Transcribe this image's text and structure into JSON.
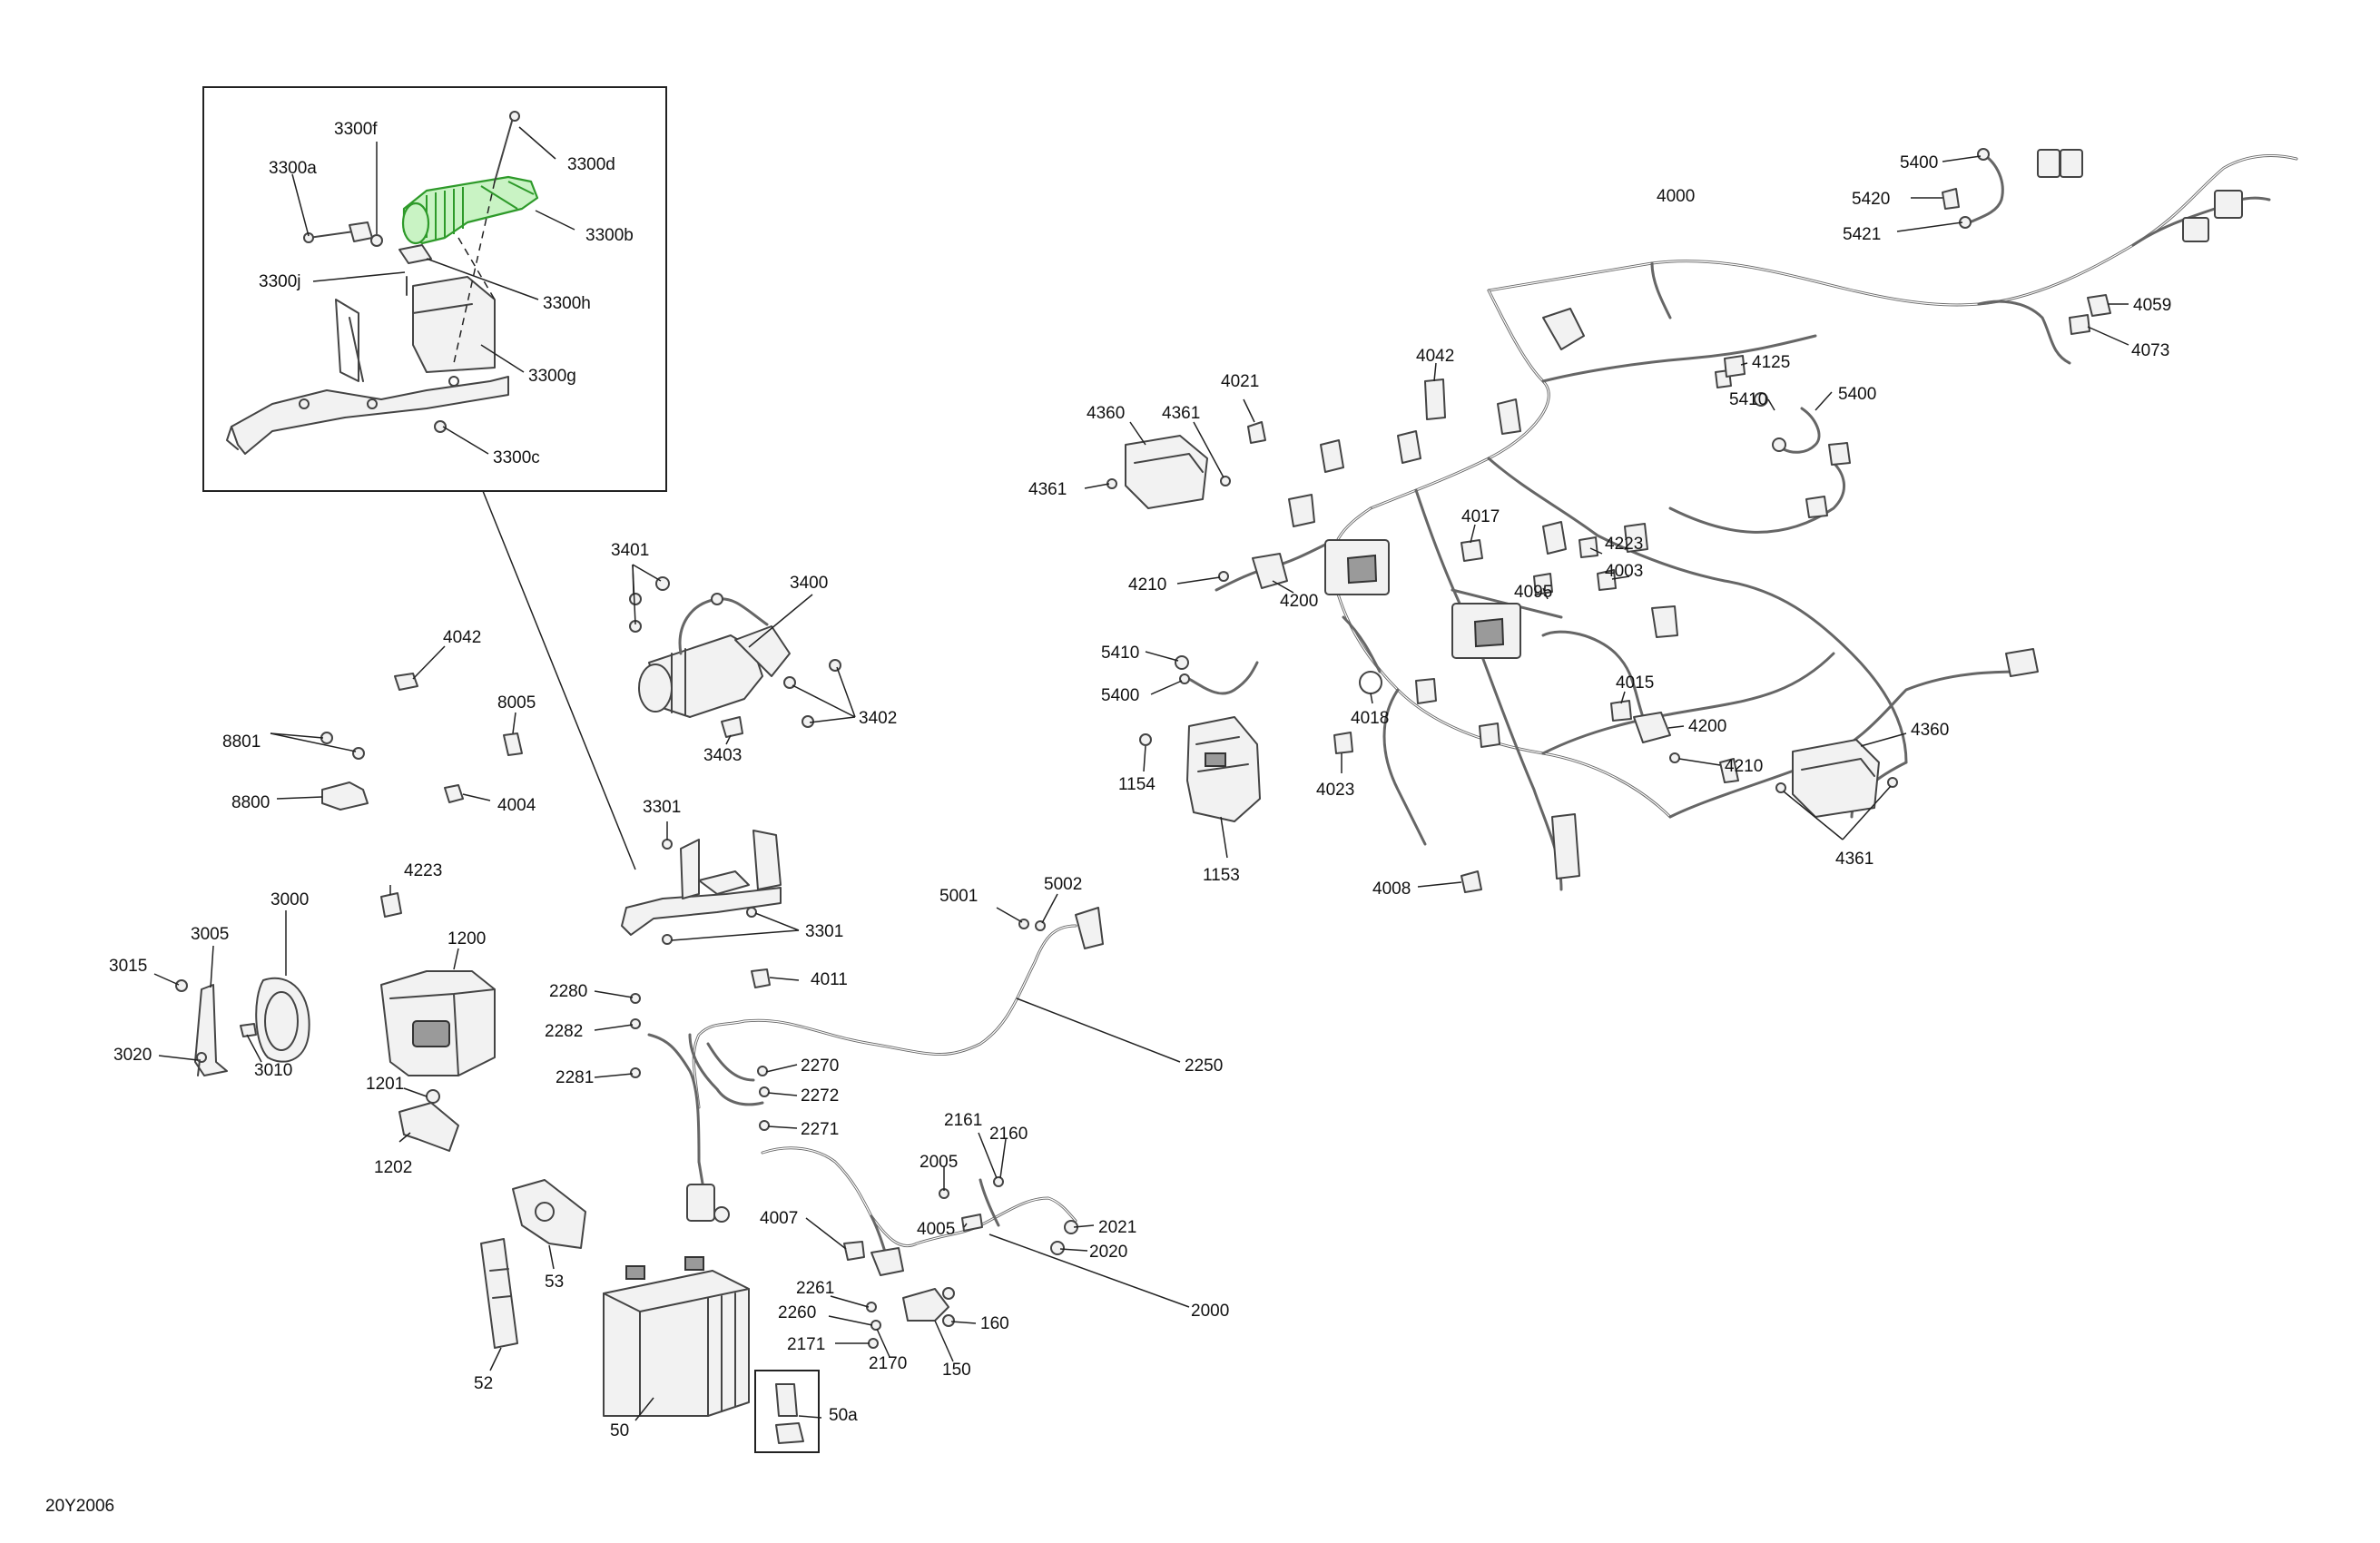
{
  "diagram_code": "20Y2006",
  "highlight_color": "#c9f3c4",
  "labels": {
    "l3300a": "3300a",
    "l3300f": "3300f",
    "l3300d": "3300d",
    "l3300b": "3300b",
    "l3300j": "3300j",
    "l3300h": "3300h",
    "l3300g": "3300g",
    "l3300c": "3300c",
    "l3401": "3401",
    "l3400": "3400",
    "l3402": "3402",
    "l3403": "3403",
    "l4042a": "4042",
    "l8005": "8005",
    "l8801": "8801",
    "l8800": "8800",
    "l4004": "4004",
    "l3301a": "3301",
    "l3301b": "3301",
    "l4223a": "4223",
    "l3000": "3000",
    "l3005": "3005",
    "l3015": "3015",
    "l3020": "3020",
    "l3010": "3010",
    "l1200": "1200",
    "l1201": "1201",
    "l1202": "1202",
    "l2280": "2280",
    "l2282": "2282",
    "l2281": "2281",
    "l4011": "4011",
    "l5001": "5001",
    "l5002": "5002",
    "l2250": "2250",
    "l2270": "2270",
    "l2272": "2272",
    "l2271": "2271",
    "l2161": "2161",
    "l2160": "2160",
    "l2005": "2005",
    "l4005": "4005",
    "l4007": "4007",
    "l2021": "2021",
    "l2020": "2020",
    "l2000": "2000",
    "l2261": "2261",
    "l2260": "2260",
    "l2171": "2171",
    "l2170": "2170",
    "l160": "160",
    "l150": "150",
    "l53": "53",
    "l52": "52",
    "l50": "50",
    "l50a": "50a",
    "l4000": "4000",
    "l5400a": "5400",
    "l5420": "5420",
    "l5421": "5421",
    "l4059": "4059",
    "l4073": "4073",
    "l4125": "4125",
    "l5410a": "5410",
    "l5400b": "5400",
    "l4042b": "4042",
    "l4021": "4021",
    "l4360a": "4360",
    "l4361a": "4361",
    "l4361b": "4361",
    "l4017": "4017",
    "l4223b": "4223",
    "l4003": "4003",
    "l4095": "4095",
    "l4210a": "4210",
    "l4200a": "4200",
    "l5410b": "5410",
    "l5400c": "5400",
    "l4018": "4018",
    "l4015": "4015",
    "l4200b": "4200",
    "l4210b": "4210",
    "l4360b": "4360",
    "l4361c": "4361",
    "l1154": "1154",
    "l4023": "4023",
    "l1153": "1153",
    "l4008": "4008"
  }
}
